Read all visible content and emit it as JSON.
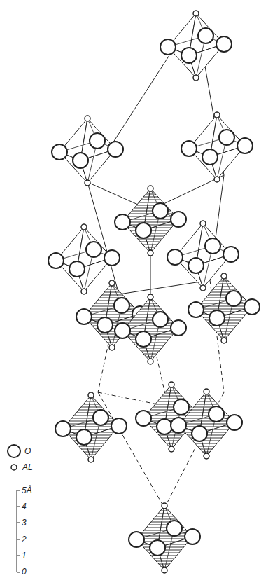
{
  "diagram": {
    "labels": [
      "5Å",
      "4",
      "3",
      "2",
      "1",
      "0"
    ],
    "legend": [
      {
        "text": "O"
      },
      {
        "text": "AL"
      }
    ]
  }
}
